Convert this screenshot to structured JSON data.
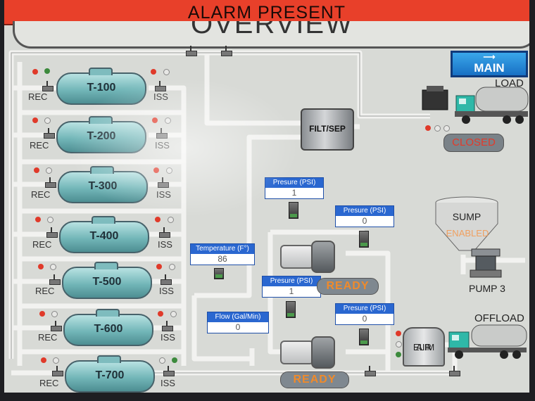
{
  "alarm": {
    "text": "ALARM PRESENT"
  },
  "screen": {
    "title": "OVERVIEW"
  },
  "nav": {
    "main_label": "MAIN",
    "main_arrow": "⟶"
  },
  "tanks": [
    {
      "label": "T-100",
      "rec": "REC",
      "iss": "ISS"
    },
    {
      "label": "T-200",
      "rec": "REC",
      "iss": "ISS"
    },
    {
      "label": "T-300",
      "rec": "REC",
      "iss": "ISS"
    },
    {
      "label": "T-400",
      "rec": "REC",
      "iss": "ISS"
    },
    {
      "label": "T-500",
      "rec": "REC",
      "iss": "ISS"
    },
    {
      "label": "T-600",
      "rec": "REC",
      "iss": "ISS"
    },
    {
      "label": "T-700",
      "rec": "REC",
      "iss": "ISS"
    }
  ],
  "filter": {
    "label": "FILT/SEP"
  },
  "load": {
    "label": "LOAD",
    "status": "CLOSED"
  },
  "sump": {
    "label": "SUMP",
    "status": "ENABLED",
    "pump_label": "PUMP 3"
  },
  "offload": {
    "label": "OFFLOAD"
  },
  "air_elim": {
    "line1": "AIR",
    "line2": "ELIM"
  },
  "readouts": {
    "pressure_1": {
      "label": "Presure (PSI)",
      "value": "1"
    },
    "pressure_2": {
      "label": "Presure (PSI)",
      "value": "0"
    },
    "pressure_3": {
      "label": "Presure (PSI)",
      "value": "1"
    },
    "pressure_4": {
      "label": "Presure (PSI)",
      "value": "0"
    },
    "temperature": {
      "label": "Temperature (F°)",
      "value": "86"
    },
    "flow": {
      "label": "Flow (Gal/Min)",
      "value": "0"
    }
  },
  "pumps": {
    "pump_1_status": "READY",
    "pump_2_status": "READY"
  },
  "colors": {
    "alarm_bar": "#e8402a",
    "tank_fill": "#72b6b8",
    "status_text": "#f08a2a",
    "closed_text": "#e33a2a",
    "main_button": "#1870c4"
  }
}
